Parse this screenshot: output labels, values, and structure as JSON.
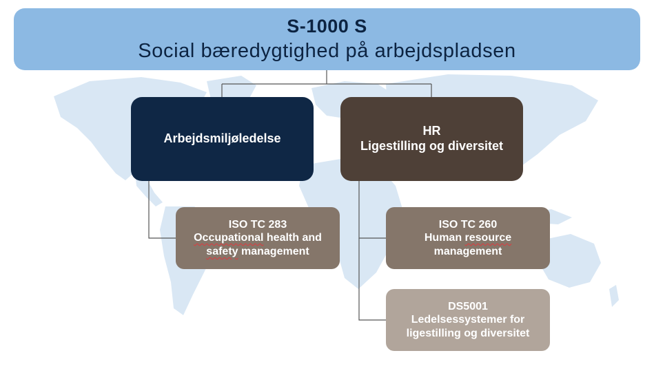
{
  "header": {
    "line1": "S-1000 S",
    "line2": "Social bæredygtighed på arbejdspladsen"
  },
  "left_box": {
    "label": "Arbejdsmiljøledelse"
  },
  "right_box": {
    "line1": "HR",
    "line2": "Ligestilling og diversitet"
  },
  "iso283": {
    "line1": "ISO TC 283",
    "line2_word1": "Occupational",
    "line2_rest": " health and",
    "line3_word1": "safety",
    "line3_rest": " management"
  },
  "iso260": {
    "line1": "ISO TC 260",
    "line2_prefix": "Human ",
    "line2_word": "resource",
    "line3": "management"
  },
  "ds5001": {
    "line1": "DS5001",
    "line2": "Ledelsessystemer for",
    "line3": "ligestilling og diversitet"
  },
  "colors": {
    "header_bg": "#8cb9e3",
    "header_text": "#0c2341",
    "navy": "#0f2745",
    "dark_brown": "#4e4037",
    "taupe": "#85766a",
    "light_taupe": "#b1a59b",
    "map": "#dce9f5",
    "connector": "#555555"
  }
}
